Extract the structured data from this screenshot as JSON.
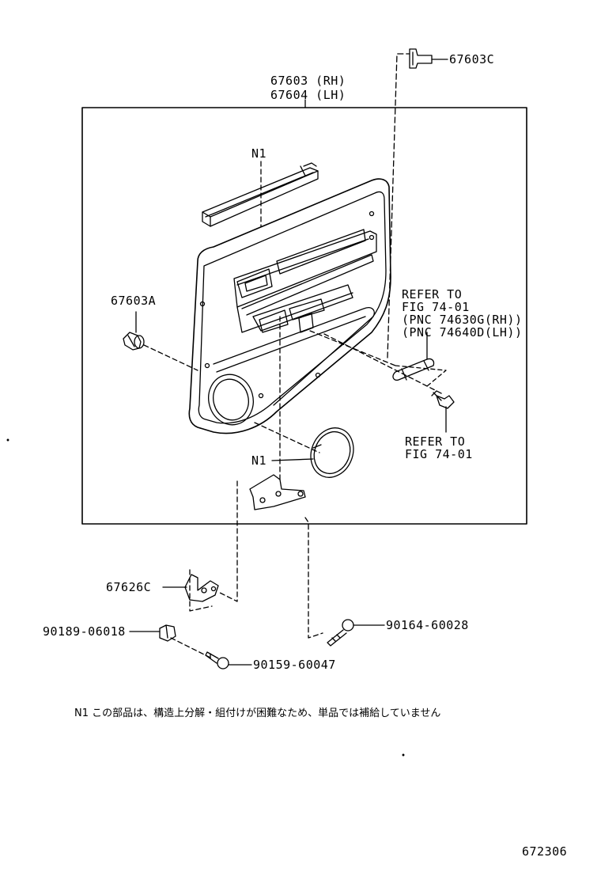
{
  "labels": {
    "panel_rh": "67603 (RH)",
    "panel_lh": "67604 (LH)",
    "part_67603c": "67603C",
    "part_67603a": "67603A",
    "n1_top": "N1",
    "n1_mid": "N1",
    "refer_1": [
      "REFER TO",
      "FIG 74-01",
      "(PNC 74630G(RH))",
      "(PNC 74640D(LH))"
    ],
    "refer_2": [
      "REFER TO",
      "FIG 74-01"
    ],
    "part_67626c": "67626C",
    "part_90189": "90189-06018",
    "part_90164": "90164-60028",
    "part_90159": "90159-60047"
  },
  "footnote": "N1 この部品は、構造上分解・組付けが困難なため、単品では補給していません",
  "figure_number": "672306"
}
